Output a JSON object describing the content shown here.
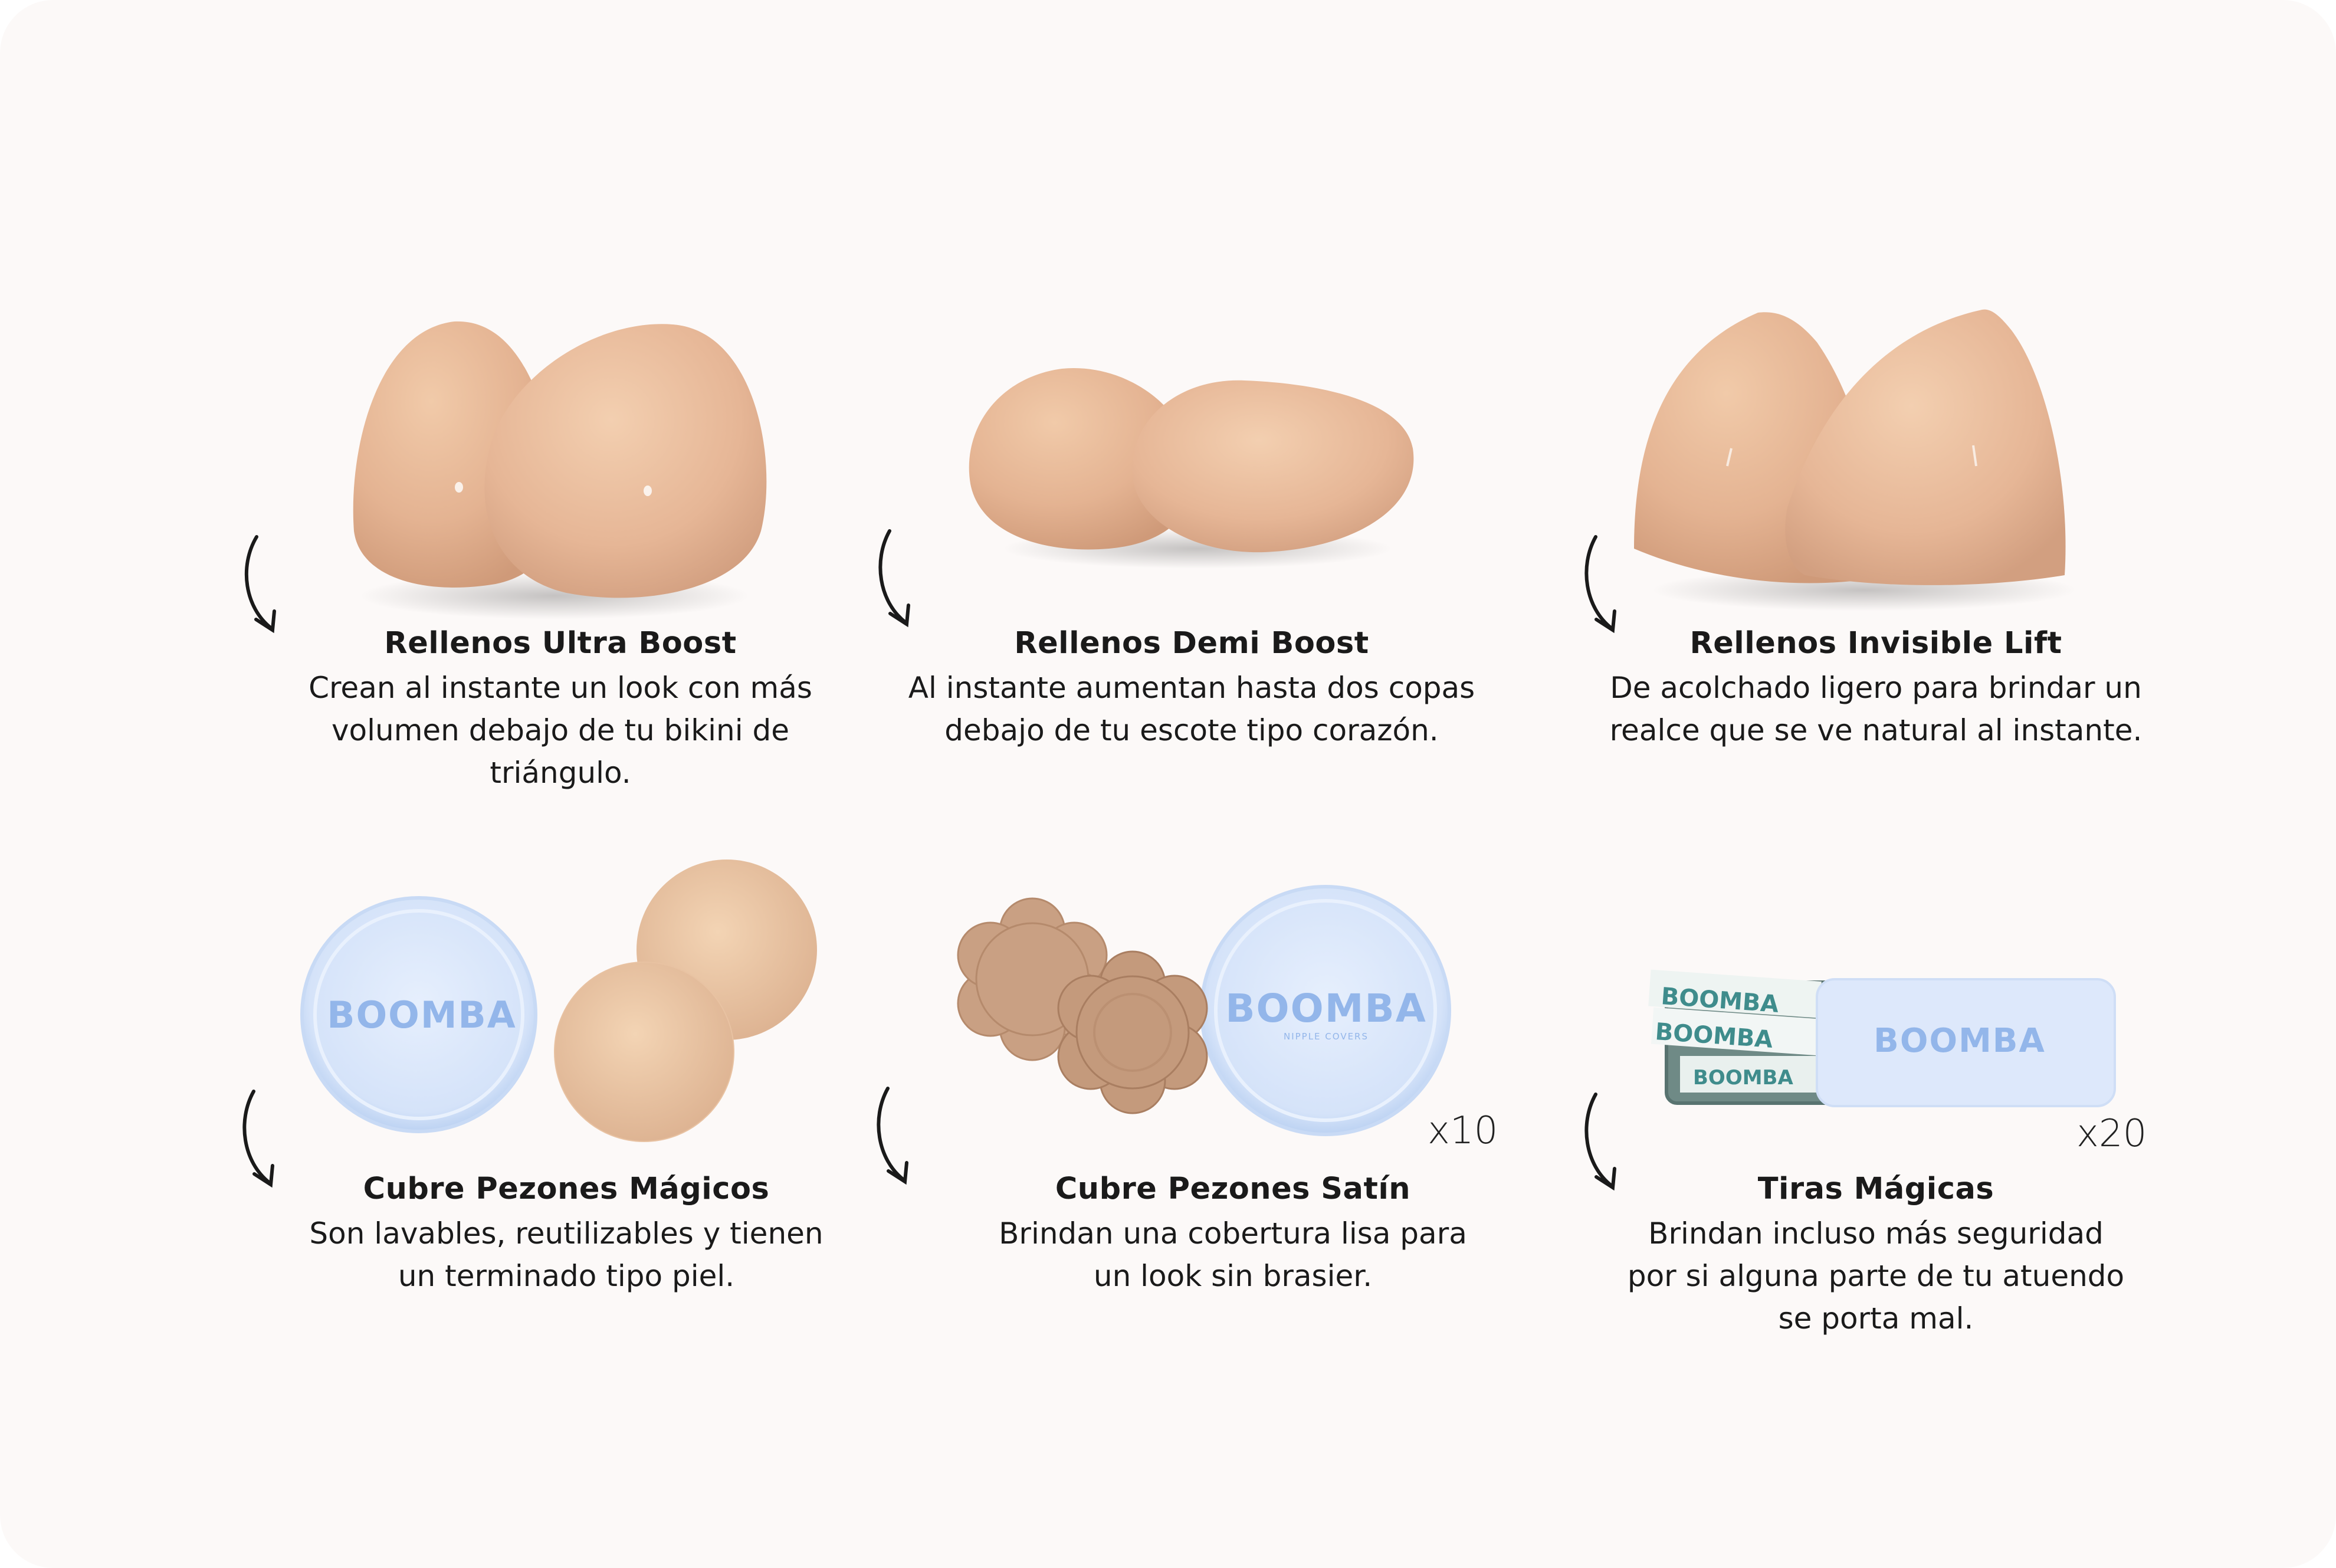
{
  "products": [
    {
      "title": "Rellenos Ultra Boost",
      "desc1": "Crean al instante un look con más",
      "desc2": "volumen debajo de tu bikini de",
      "desc3": "triángulo."
    },
    {
      "title": "Rellenos Demi Boost",
      "desc1": "Al instante aumentan hasta dos copas",
      "desc2": "debajo de tu escote tipo corazón."
    },
    {
      "title": "Rellenos Invisible Lift",
      "desc1": "De acolchado ligero para brindar un",
      "desc2": "realce que se ve natural al instante."
    },
    {
      "title": "Cubre Pezones Mágicos",
      "desc1": "Son lavables, reutilizables y tienen",
      "desc2": "un terminado tipo piel.",
      "brand": "BOOMBA"
    },
    {
      "title": "Cubre Pezones Satín",
      "desc1": "Brindan una cobertura lisa para",
      "desc2": "un look sin brasier.",
      "brand": "BOOMBA",
      "brand_sub": "NIPPLE COVERS",
      "qty": "x10"
    },
    {
      "title": "Tiras Mágicas",
      "desc1": "Brindan incluso más seguridad",
      "desc2": "por si alguna parte de tu atuendo",
      "desc3": "se porta mal.",
      "brand": "BOOMBA",
      "qty": "x20"
    }
  ],
  "colors": {
    "background": "#fcf9f8",
    "skin": "#e6b898",
    "skin_dark": "#c99778",
    "case_blue": "#dde9fb",
    "brand_blue": "#8fb3ea",
    "satin": "#c79d7f",
    "tin_teal": "#4f8f8f"
  },
  "icons": [
    "curved-arrow-icon"
  ]
}
